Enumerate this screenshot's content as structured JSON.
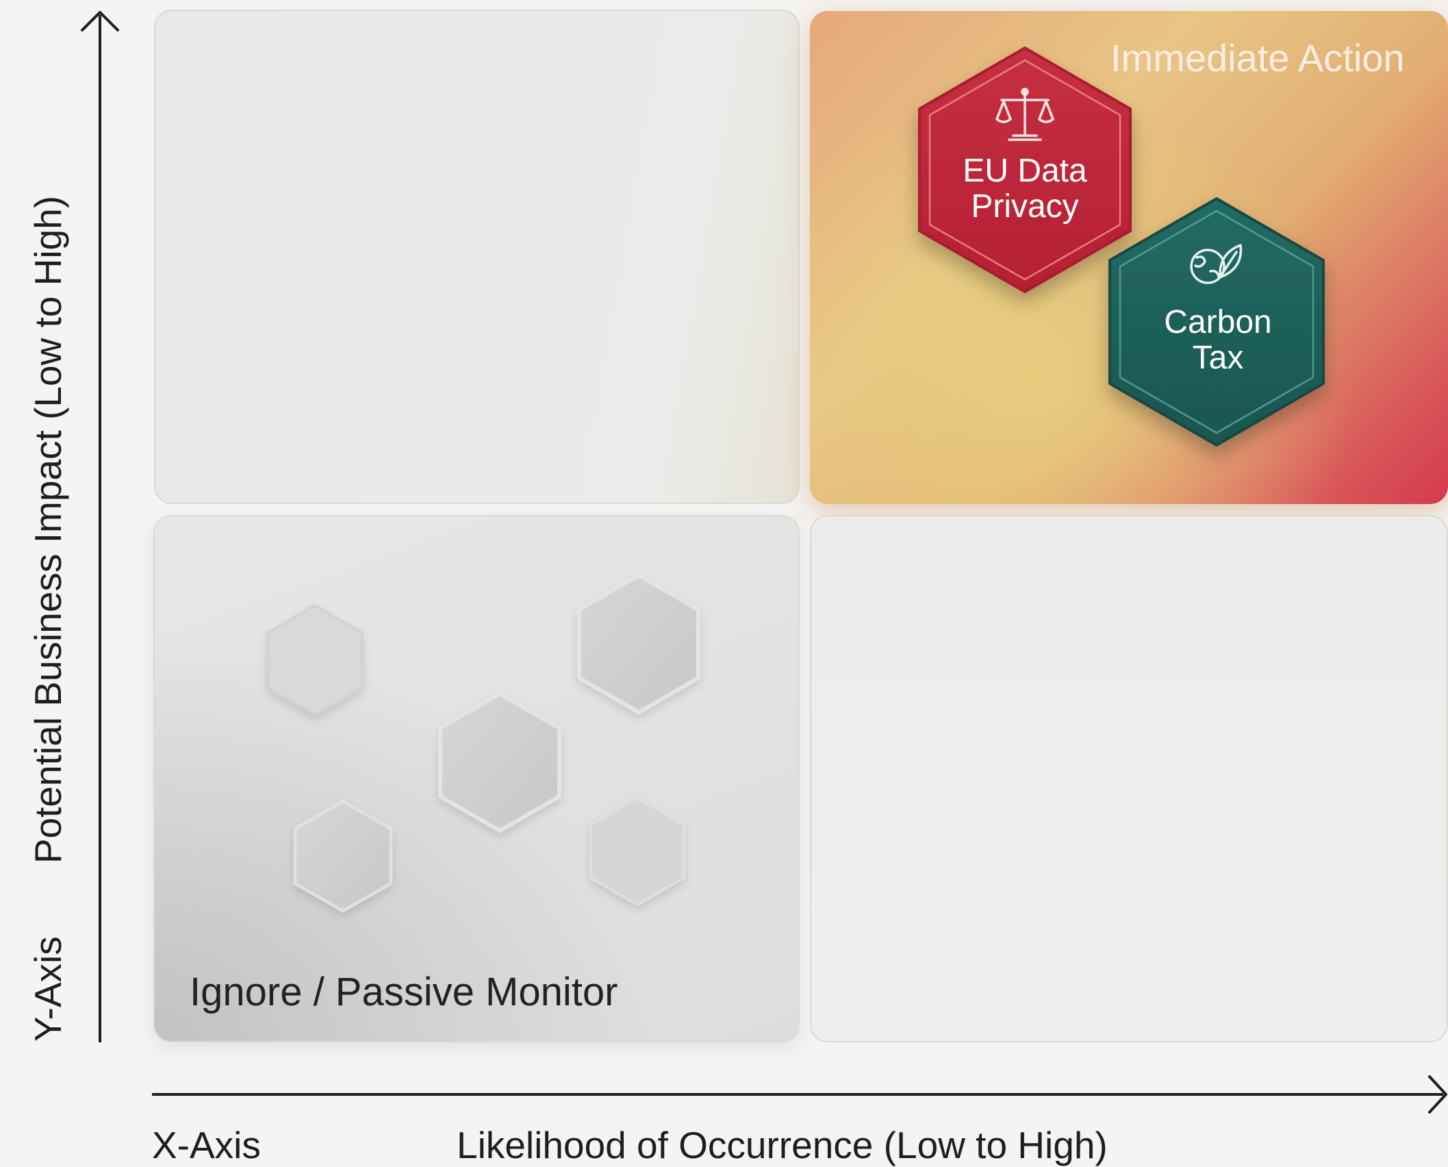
{
  "quadrants": {
    "top_right_label": "Immediate Action",
    "bottom_left_label": "Ignore / Passive Monitor"
  },
  "axes": {
    "x_tag": "X-Axis",
    "x_title": "Likelihood of Occurrence (Low to High)",
    "y_tag": "Y-Axis",
    "y_title": "Potential Business Impact (Low to High)"
  },
  "risks": [
    {
      "label_line1": "EU Data",
      "label_line2": "Privacy",
      "icon": "scales-of-justice-icon",
      "color": "#c8283c"
    },
    {
      "label_line1": "Carbon",
      "label_line2": "Tax",
      "icon": "globe-leaf-icon",
      "color": "#1f5e58"
    }
  ],
  "colors": {
    "immediate_gradient_start": "#e8c585",
    "immediate_gradient_end": "#d43a4c",
    "eu_hex": "#c8283c",
    "carbon_hex": "#1f5e58",
    "passive_hex": "#cfcfcd"
  }
}
